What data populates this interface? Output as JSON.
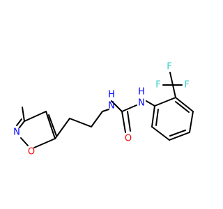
{
  "molecule": {
    "colors": {
      "bond": "#000000",
      "N": "#0000ff",
      "O": "#ff0000",
      "F": "#33cccc"
    },
    "atoms": [
      {
        "id": "atom-n-isoxazole",
        "label": "N",
        "element": "N"
      },
      {
        "id": "atom-o-isoxazole",
        "label": "O",
        "element": "O"
      },
      {
        "id": "atom-nh-left",
        "label": "N",
        "element": "N"
      },
      {
        "id": "atom-h-left",
        "label": "H",
        "element": "N"
      },
      {
        "id": "atom-o-carbonyl",
        "label": "O",
        "element": "O"
      },
      {
        "id": "atom-nh-right",
        "label": "N",
        "element": "N"
      },
      {
        "id": "atom-h-right",
        "label": "H",
        "element": "N"
      },
      {
        "id": "atom-f-top",
        "label": "F",
        "element": "F"
      },
      {
        "id": "atom-f-left",
        "label": "F",
        "element": "F"
      },
      {
        "id": "atom-f-right",
        "label": "F",
        "element": "F"
      }
    ]
  }
}
